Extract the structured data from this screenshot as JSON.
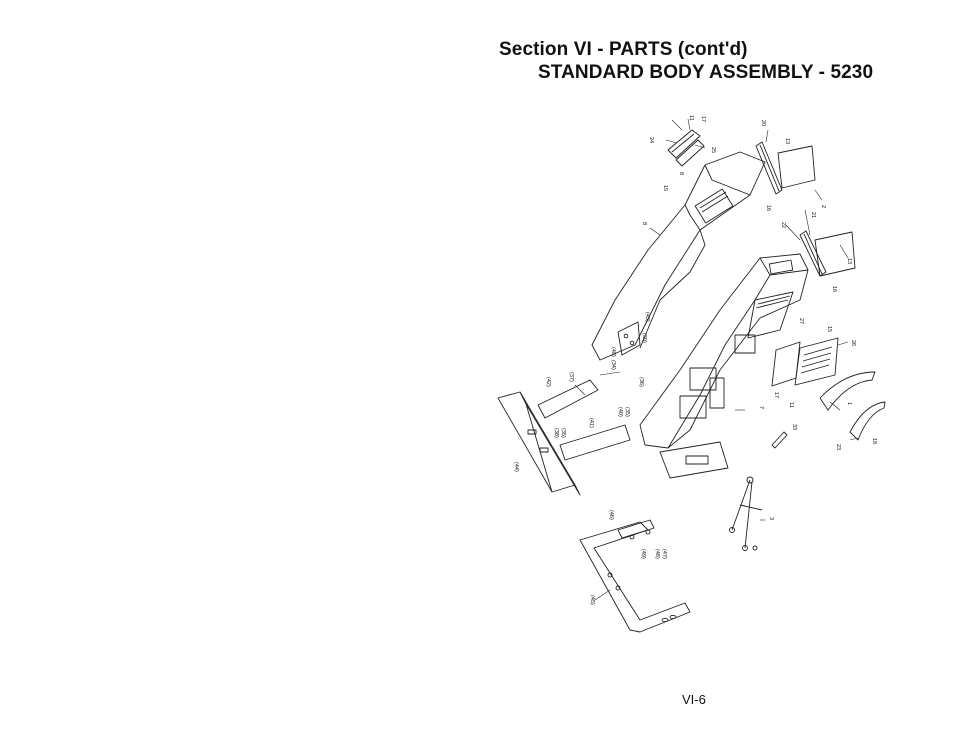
{
  "header": {
    "title_line1": "Section VI - PARTS (cont'd)",
    "title_line2": "STANDARD BODY ASSEMBLY - 5230"
  },
  "callouts": [
    {
      "id": "c11a",
      "label": "11"
    },
    {
      "id": "c17a",
      "label": "17"
    },
    {
      "id": "c24",
      "label": "24"
    },
    {
      "id": "c25",
      "label": "25"
    },
    {
      "id": "c8b",
      "label": "8"
    },
    {
      "id": "c15a",
      "label": "15"
    },
    {
      "id": "c20",
      "label": "20"
    },
    {
      "id": "c13a",
      "label": "13"
    },
    {
      "id": "c2",
      "label": "2"
    },
    {
      "id": "c16a",
      "label": "16"
    },
    {
      "id": "c22",
      "label": "22"
    },
    {
      "id": "c21",
      "label": "21"
    },
    {
      "id": "c13b",
      "label": "13"
    },
    {
      "id": "c16b",
      "label": "16"
    },
    {
      "id": "c8",
      "label": "8"
    },
    {
      "id": "c43",
      "label": "(43)"
    },
    {
      "id": "c39",
      "label": "(39)"
    },
    {
      "id": "c40",
      "label": "(40)"
    },
    {
      "id": "c34",
      "label": "(34)"
    },
    {
      "id": "c36",
      "label": "(36)"
    },
    {
      "id": "c37",
      "label": "(37)"
    },
    {
      "id": "c42",
      "label": "(42)"
    },
    {
      "id": "c40b",
      "label": "(40)"
    },
    {
      "id": "c35b",
      "label": "(35)"
    },
    {
      "id": "c38",
      "label": "(38)"
    },
    {
      "id": "c35",
      "label": "(35)"
    },
    {
      "id": "c41",
      "label": "(41)"
    },
    {
      "id": "c44",
      "label": "(44)"
    },
    {
      "id": "c27",
      "label": "27"
    },
    {
      "id": "c15b",
      "label": "15"
    },
    {
      "id": "c26",
      "label": "26"
    },
    {
      "id": "c17b",
      "label": "17"
    },
    {
      "id": "c11b",
      "label": "11"
    },
    {
      "id": "c7",
      "label": "7"
    },
    {
      "id": "c1",
      "label": "1"
    },
    {
      "id": "c33",
      "label": "33"
    },
    {
      "id": "c23",
      "label": "23"
    },
    {
      "id": "c18",
      "label": "18"
    },
    {
      "id": "c3",
      "label": "3"
    },
    {
      "id": "c46",
      "label": "(46)"
    },
    {
      "id": "c49",
      "label": "(49)"
    },
    {
      "id": "c48",
      "label": "(48)"
    },
    {
      "id": "c47",
      "label": "(47)"
    },
    {
      "id": "c45",
      "label": "(45)"
    }
  ],
  "footer": {
    "page_number": "VI-6"
  }
}
